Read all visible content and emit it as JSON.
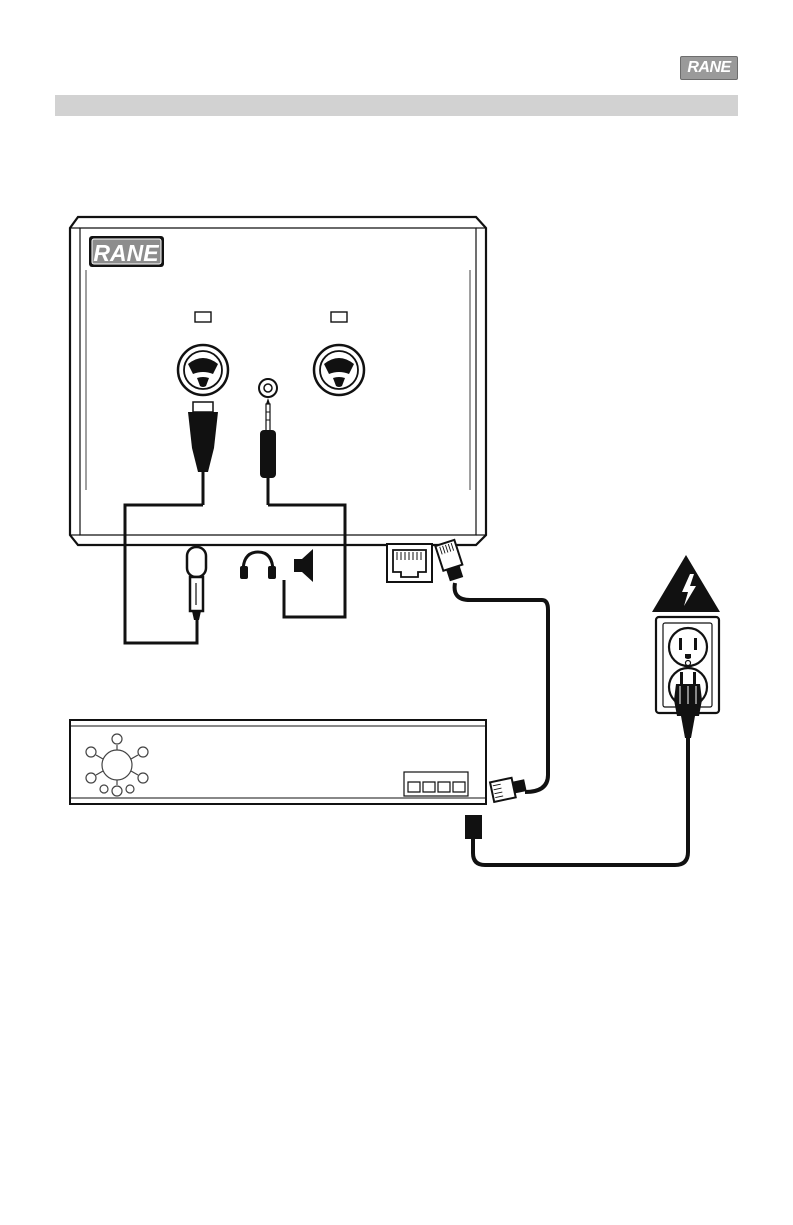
{
  "header": {
    "brand_logo": "RANE"
  },
  "device": {
    "logo": "RANE"
  },
  "colors": {
    "section_bar": "#d2d2d2",
    "line": "#111111",
    "logo_gray": "#9a9a9a"
  },
  "icons": [
    "brand-logo",
    "combo-jack-icon",
    "headphone-jack-icon",
    "xlr-connector-icon",
    "trs-plug-icon",
    "microphone-icon",
    "headphones-icon",
    "speaker-icon",
    "ethernet-port-icon",
    "ethernet-plug-icon",
    "network-switch-icon",
    "warning-triangle-icon",
    "power-outlet-icon",
    "power-plug-icon"
  ]
}
